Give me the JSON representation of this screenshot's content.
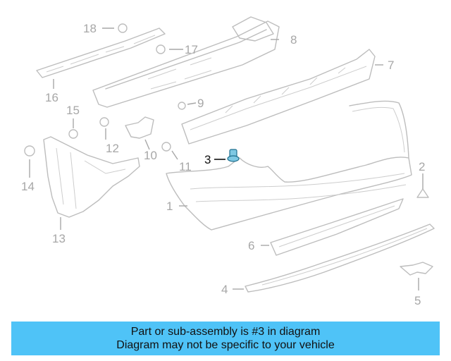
{
  "diagram": {
    "callouts": [
      {
        "id": "1",
        "label": "1"
      },
      {
        "id": "2",
        "label": "2"
      },
      {
        "id": "3",
        "label": "3"
      },
      {
        "id": "4",
        "label": "4"
      },
      {
        "id": "5",
        "label": "5"
      },
      {
        "id": "6",
        "label": "6"
      },
      {
        "id": "7",
        "label": "7"
      },
      {
        "id": "8",
        "label": "8"
      },
      {
        "id": "9",
        "label": "9"
      },
      {
        "id": "10",
        "label": "10"
      },
      {
        "id": "11",
        "label": "11"
      },
      {
        "id": "12",
        "label": "12"
      },
      {
        "id": "13",
        "label": "13"
      },
      {
        "id": "14",
        "label": "14"
      },
      {
        "id": "15",
        "label": "15"
      },
      {
        "id": "16",
        "label": "16"
      },
      {
        "id": "17",
        "label": "17"
      },
      {
        "id": "18",
        "label": "18"
      }
    ],
    "highlighted_part": "3",
    "colors": {
      "line_art": "#bdbdbd",
      "label_gray": "#a7a7a7",
      "highlight_fill": "#7ec8e3",
      "highlight_stroke": "#1e6f8e",
      "highlight_label": "#111111"
    }
  },
  "banner": {
    "line1": "Part or sub-assembly is #3 in diagram",
    "line2": "Diagram may not be specific to your vehicle",
    "background": "#4fc3f7"
  }
}
